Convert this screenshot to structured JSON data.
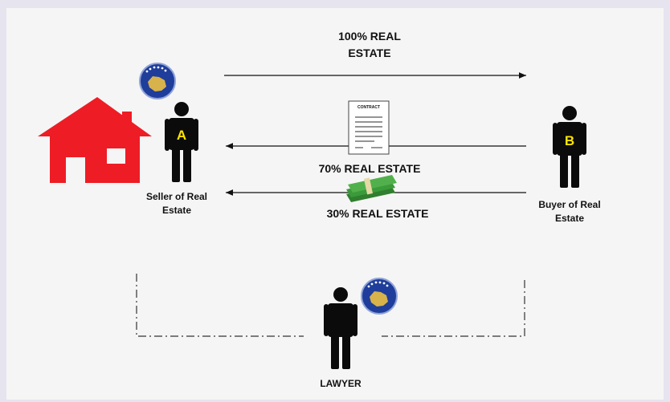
{
  "flows": {
    "top_label_line1": "100% REAL",
    "top_label_line2": "ESTATE",
    "middle_label": "70% REAL ESTATE",
    "bottom_label": "30% REAL ESTATE",
    "contract_text": "CONTRACT"
  },
  "parties": {
    "seller_letter": "A",
    "seller_line1": "Seller of Real",
    "seller_line2": "Estate",
    "buyer_letter": "B",
    "buyer_line1": "Buyer of Real",
    "buyer_line2": "Estate",
    "lawyer": "LAWYER"
  },
  "colors": {
    "house": "#ee1c25",
    "person": "#0b0b0b",
    "letter": "#ffe400",
    "emblem_blue": "#1f3d9a",
    "emblem_map": "#d8b24a",
    "money": "#3b9a3a"
  }
}
